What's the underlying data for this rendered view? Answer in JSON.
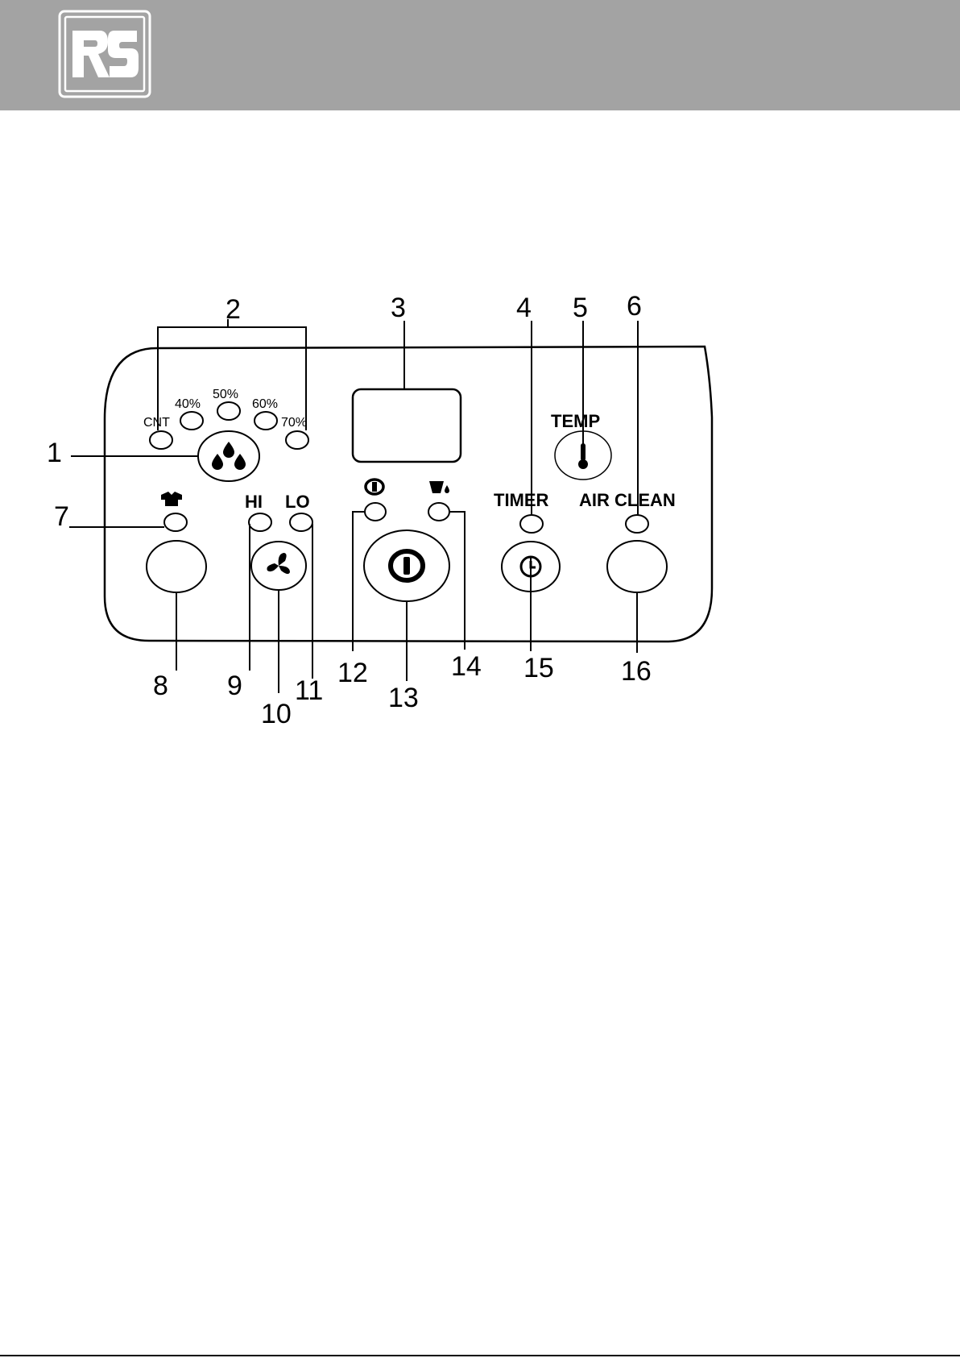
{
  "header": {
    "logo_text": "RS",
    "band_color": "#a3a3a3"
  },
  "panel": {
    "humidity_labels": [
      "CNT",
      "40%",
      "50%",
      "60%",
      "70%"
    ],
    "label_temp": "TEMP",
    "label_timer": "TIMER",
    "label_air_clean": "AIR CLEAN",
    "label_hi": "HI",
    "label_lo": "LO",
    "icons": {
      "humidity_button": "water-drops-icon",
      "laundry": "shirt-icon",
      "fan": "fan-icon",
      "power": "power-icon",
      "tank_full": "bucket-icon",
      "temp": "thermometer-icon",
      "timer": "clock-icon"
    }
  },
  "callouts": [
    "1",
    "2",
    "3",
    "4",
    "5",
    "6",
    "7",
    "8",
    "9",
    "10",
    "11",
    "12",
    "13",
    "14",
    "15",
    "16"
  ]
}
